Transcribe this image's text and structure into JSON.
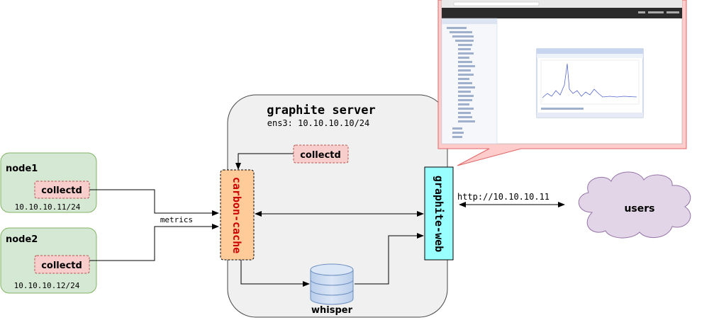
{
  "server": {
    "title": "graphite server",
    "interface": "ens3: 10.10.10.10/24",
    "collectd_label": "collectd",
    "carbon_label": "carbon-cache",
    "web_label": "graphite-web",
    "whisper_label": "whisper"
  },
  "nodes": [
    {
      "name": "node1",
      "agent": "collectd",
      "ip": "10.10.10.11/24"
    },
    {
      "name": "node2",
      "agent": "collectd",
      "ip": "10.10.10.12/24"
    }
  ],
  "edges": {
    "metrics_label": "metrics",
    "http_label": "http://10.10.10.11"
  },
  "users_label": "users",
  "colors": {
    "node_fill": "#d5e8d4",
    "node_stroke": "#82b366",
    "agent_fill": "#f8cecc",
    "agent_stroke": "#b85450",
    "carbon_fill": "#ffcc99",
    "carbon_text": "#cc0000",
    "web_fill": "#99ffff",
    "server_fill": "#f0f0f0",
    "cloud_fill": "#e1d5e7",
    "callout_fill": "#ffcccc",
    "callout_stroke": "#e06666"
  }
}
